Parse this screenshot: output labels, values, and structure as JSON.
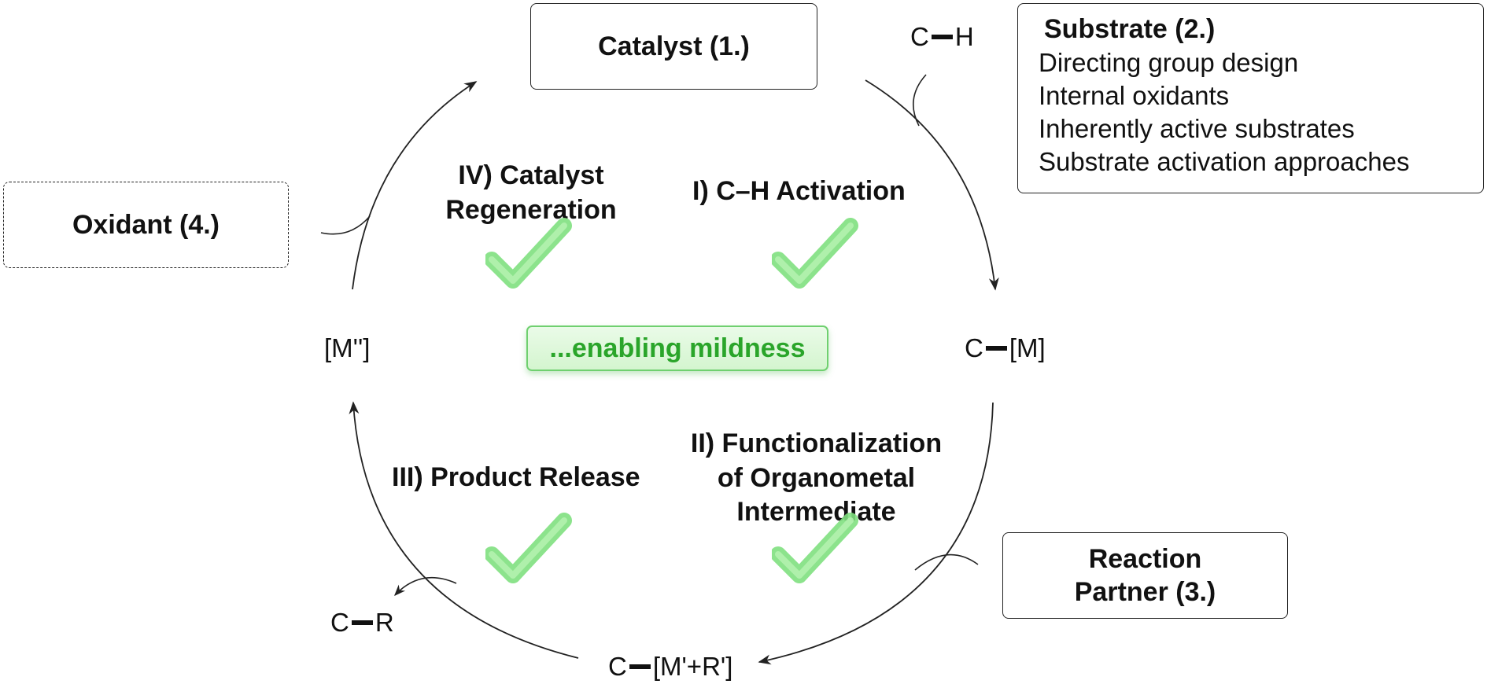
{
  "boxes": {
    "catalyst": "Catalyst (1.)",
    "substrate": {
      "title": "Substrate (2.)",
      "items": [
        "Directing group design",
        "Internal oxidants",
        "Inherently active substrates",
        "Substrate activation approaches"
      ]
    },
    "reaction_partner": [
      "Reaction",
      "Partner (3.)"
    ],
    "oxidant": "Oxidant (4.)"
  },
  "steps": {
    "step1": [
      "I) C–H Activation"
    ],
    "step2": [
      "II) Functionalization",
      "of Organometal",
      "Intermediate"
    ],
    "step3": [
      "III) Product Release"
    ],
    "step4": [
      "IV) Catalyst",
      "Regeneration"
    ]
  },
  "species": {
    "ch": {
      "left": "C",
      "right": "H"
    },
    "cm": {
      "left": "C",
      "right": "[M]"
    },
    "cmr": {
      "left": "C",
      "right": "[M'+R']"
    },
    "cr": {
      "left": "C",
      "right": "R"
    },
    "m2": "[M'']"
  },
  "center_label": "...enabling mildness",
  "colors": {
    "stroke": "#222222",
    "accent_green": "#2aa52a",
    "check_green": "#7fe07f"
  },
  "icons": [
    "checkmark-icon",
    "bond-icon",
    "arrow-icon"
  ]
}
